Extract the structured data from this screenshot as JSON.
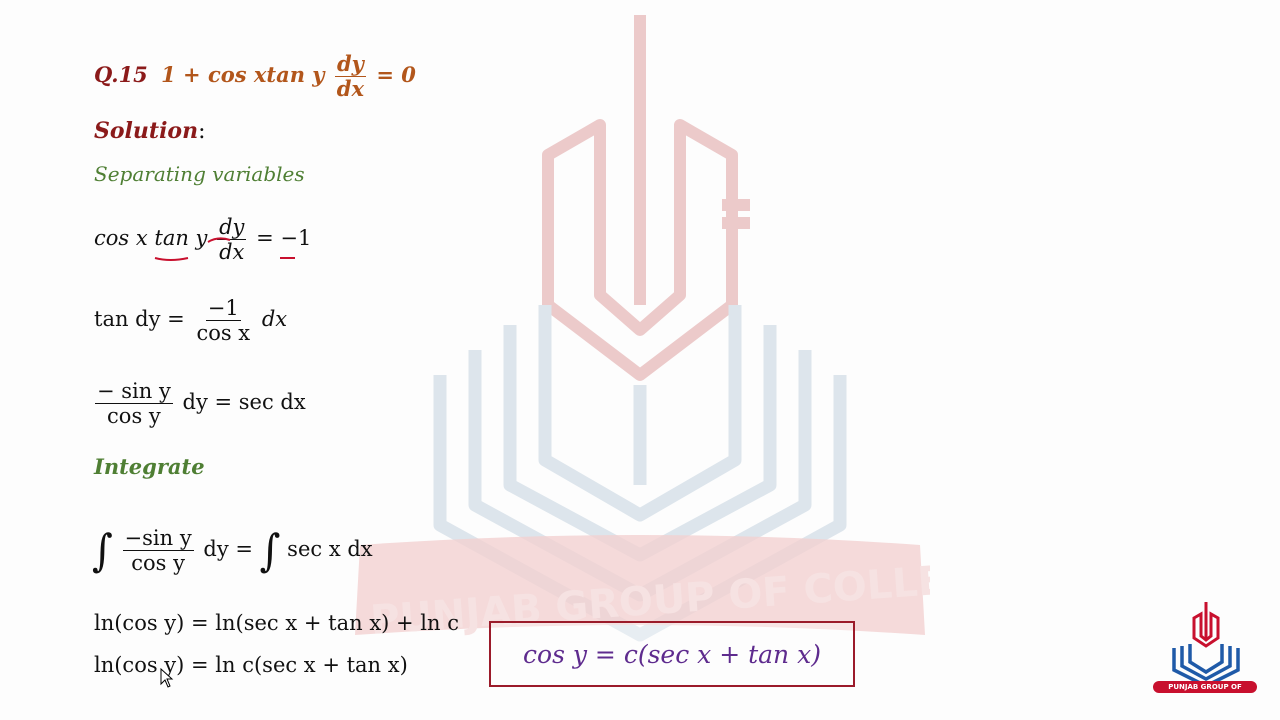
{
  "question": {
    "label": "Q.",
    "number": "15",
    "lhs": "1 + cos xtan y",
    "frac_num": "dy",
    "frac_den": "dx",
    "rhs": "= 0"
  },
  "solution_label": "Solution",
  "solution_colon": ":",
  "separating_label": "Separating variables",
  "step1": {
    "prefix": "cos x tan y",
    "num": "dy",
    "den": "dx",
    "suffix": "= −1"
  },
  "step2": {
    "prefix": "tan dy =",
    "num": "−1",
    "den": "cos x",
    "suffix": "dx"
  },
  "step3": {
    "num": "− sin y",
    "den": "cos y",
    "suffix": "dy = sec dx"
  },
  "integrate_label": "Integrate",
  "step4": {
    "integral": "∫",
    "num": "−sin y",
    "den": "cos y",
    "mid": "dy =",
    "integral2": "∫",
    "suffix": "sec x dx"
  },
  "step5": "ln(cos y) = ln(sec x + tan x) + ln c",
  "step6": "ln(cos y) = ln c(sec x + tan x)",
  "final_answer": "cos y = c(sec x + tan x)",
  "watermark_text": "PUNJAB GROUP OF COLLEGES",
  "logo_text": "PUNJAB GROUP OF COLLEGES",
  "colors": {
    "maroon": "#8b1a1a",
    "orange": "#b2561b",
    "green": "#4f7f34",
    "purple": "#5e2b8e",
    "box_border": "#9b1b2a",
    "brand_red": "#c8102e",
    "brand_blue": "#1f5aa8"
  }
}
